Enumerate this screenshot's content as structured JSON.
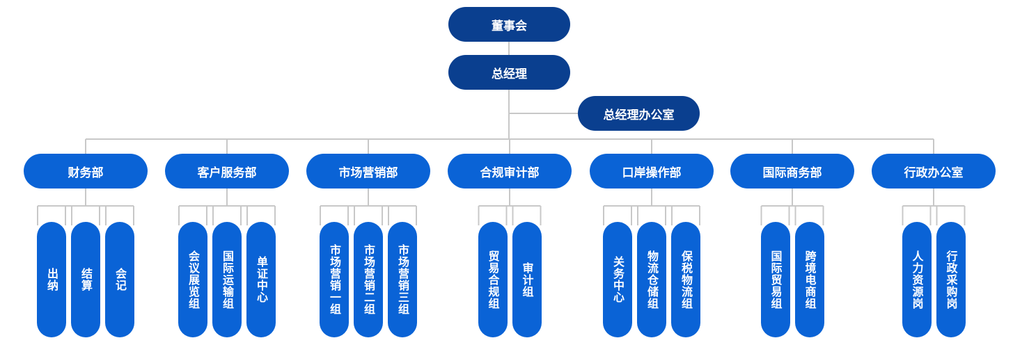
{
  "board": "董事会",
  "gm": "总经理",
  "gm_office": "总经理办公室",
  "colors": {
    "top": "#0a3f8f",
    "dept": "#0a63d6",
    "line": "#c8c8c8"
  },
  "departments": [
    {
      "label": "财务部",
      "teams": [
        "出纳",
        "结算",
        "会记"
      ]
    },
    {
      "label": "客户服务部",
      "teams": [
        "会议展览组",
        "国际运输组",
        "单证中心"
      ]
    },
    {
      "label": "市场营销部",
      "teams": [
        "市场营销一组",
        "市场营销二组",
        "市场营销三组"
      ]
    },
    {
      "label": "合规审计部",
      "teams": [
        "贸易合规组",
        "审计组"
      ]
    },
    {
      "label": "口岸操作部",
      "teams": [
        "关务中心",
        "物流仓储组",
        "保税物流组"
      ]
    },
    {
      "label": "国际商务部",
      "teams": [
        "国际贸易组",
        "跨境电商组"
      ]
    },
    {
      "label": "行政办公室",
      "teams": [
        "人力资源岗",
        "行政采购岗"
      ]
    }
  ]
}
